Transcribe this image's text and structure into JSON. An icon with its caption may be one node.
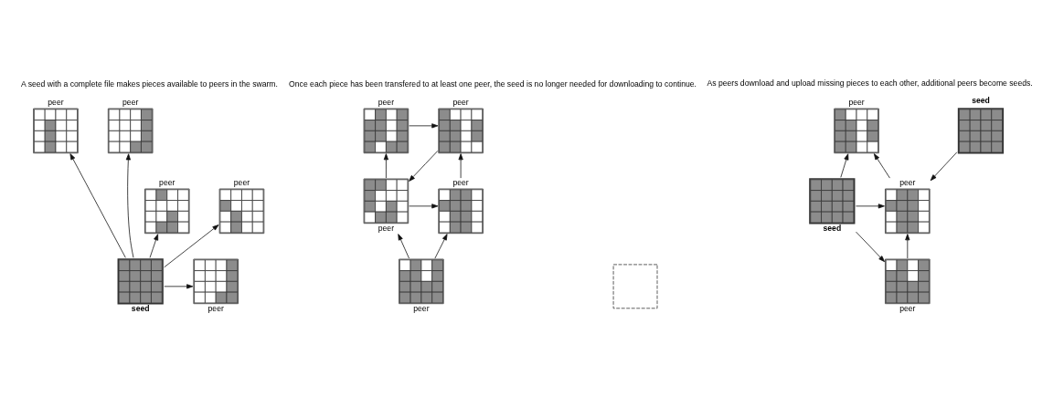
{
  "diagram": {
    "nodes": [
      {
        "text": [
          "peer"
        ]
      },
      {
        "text": [
          "peer"
        ]
      },
      {
        "text": [
          "peer"
        ]
      },
      {
        "text": [
          "peer"
        ]
      },
      {
        "text": [
          "seed"
        ]
      },
      {
        "text": [
          "peer"
        ]
      },
      {
        "text": [
          "peer"
        ]
      },
      {
        "text": [
          "peer"
        ]
      },
      {
        "text": [
          "peer"
        ]
      },
      {
        "text": [
          "peer"
        ]
      },
      {
        "text": [],
        "shape": "box"
      },
      {
        "text": [
          "peer"
        ]
      },
      {
        "text": [
          "peer"
        ]
      },
      {
        "text": [
          "seed"
        ]
      },
      {
        "text": [
          "seed"
        ]
      },
      {
        "text": [
          "peer"
        ]
      },
      {
        "text": [
          "peer"
        ]
      }
    ],
    "edges": [
      {
        "from": 4,
        "to": 2,
        "arrow": "to"
      },
      {
        "from": 4,
        "to": 0,
        "arrow": "to"
      },
      {
        "from": 4,
        "to": 1,
        "arrow": "to"
      },
      {
        "from": 4,
        "to": 3,
        "arrow": "to"
      },
      {
        "from": 4,
        "to": 5,
        "arrow": "to"
      },
      {
        "from": 7,
        "to": 6,
        "arrow": "to"
      },
      {
        "from": 6,
        "to": 8,
        "arrow": "to"
      },
      {
        "from": 9,
        "to": 6,
        "arrow": "to"
      },
      {
        "from": 8,
        "to": 7,
        "arrow": "to"
      },
      {
        "from": 8,
        "to": 9,
        "arrow": "to"
      },
      {
        "from": 11,
        "to": 8,
        "arrow": "to"
      },
      {
        "from": 11,
        "to": 9,
        "arrow": "to"
      },
      {
        "from": 14,
        "to": 12,
        "arrow": "to"
      },
      {
        "from": 15,
        "to": 12,
        "arrow": "to"
      },
      {
        "from": 13,
        "to": 15,
        "arrow": "to"
      },
      {
        "from": 14,
        "to": 15,
        "arrow": "to"
      },
      {
        "from": 14,
        "to": 16,
        "arrow": "to"
      },
      {
        "from": 16,
        "to": 15,
        "arrow": "to"
      }
    ],
    "labels": [
      "A seed with a complete file makes pieces available to peers in the swarm.",
      "Once each piece has been transfered to at least one peer, the seed is no longer needed for downloading to continue.",
      "As peers download and upload missing pieces to each other, additional peers become seeds."
    ]
  }
}
